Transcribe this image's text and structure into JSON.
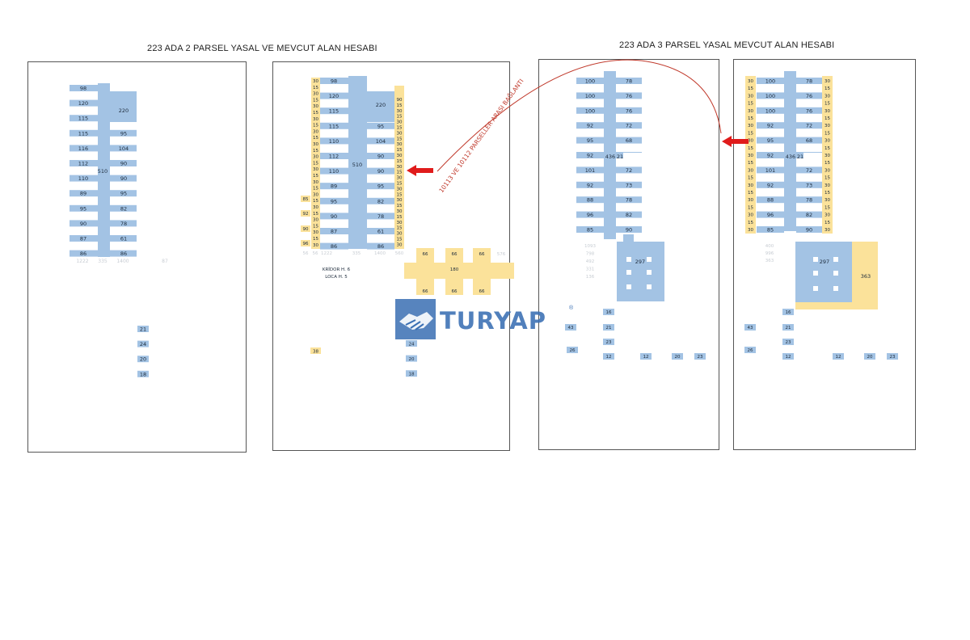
{
  "titles": {
    "left": "223 ADA 2 PARSEL YASAL VE MEVCUT ALAN HESABI",
    "right": "223 ADA 3 PARSEL YASAL MEVCUT ALAN HESABI"
  },
  "connection_label": "10113 VE 10112 PARSELLER ARASI BAĞLANTI",
  "watermark": {
    "text": "TURYAP",
    "reg": "®"
  },
  "colors": {
    "blue": "#a3c3e4",
    "yellow": "#fbe29a",
    "arrow": "#e01b1b",
    "curve": "#c0392b"
  },
  "panel1": {
    "left_values": [
      "98",
      "120",
      "115",
      "115",
      "116",
      "112",
      "110",
      "89",
      "95",
      "90",
      "87",
      "86"
    ],
    "right_values": [
      "220",
      "",
      "",
      "95",
      "104",
      "90",
      "90",
      "95",
      "82",
      "78",
      "61",
      "86"
    ],
    "center_value": "510",
    "bottom_values": [
      "1222",
      "335",
      "1400",
      "87"
    ],
    "small_values": [
      "21",
      "24",
      "20",
      "18"
    ]
  },
  "panel2": {
    "left_values": [
      "98",
      "120",
      "115",
      "115",
      "110",
      "112",
      "110",
      "89",
      "95",
      "90",
      "87",
      "86"
    ],
    "right_values": [
      "220",
      "",
      "",
      "95",
      "104",
      "90",
      "90",
      "95",
      "82",
      "78",
      "61",
      "86"
    ],
    "center_value": "510",
    "yellow_left": [
      "30",
      "15",
      "30",
      "15",
      "30",
      "15",
      "30",
      "15",
      "30",
      "15",
      "30",
      "15",
      "30",
      "15",
      "30",
      "15",
      "30",
      "15",
      "30",
      "15",
      "30",
      "15",
      "30",
      "15",
      "30",
      "15",
      "30"
    ],
    "yellow_right": [
      "90",
      "15",
      "30",
      "15",
      "30",
      "15",
      "30",
      "15",
      "30",
      "15",
      "30",
      "15",
      "30",
      "15",
      "30",
      "15",
      "30",
      "15",
      "30",
      "15",
      "30",
      "15",
      "30",
      "15",
      "30",
      "15",
      "30"
    ],
    "outer_left": [
      "85",
      "92",
      "90",
      "96"
    ],
    "bottom_values": [
      "56",
      "56",
      "1222",
      "335",
      "1400",
      "560"
    ],
    "notes": [
      "KRİDOR H. 6",
      "LOCA H. 5"
    ],
    "cross_values": [
      "66",
      "66",
      "66",
      "180",
      "66",
      "66",
      "66",
      "576"
    ],
    "small_values": [
      "38",
      "24",
      "20",
      "18"
    ]
  },
  "panel3": {
    "left_values": [
      "100",
      "100",
      "100",
      "92",
      "95",
      "92",
      "101",
      "92",
      "88",
      "96",
      "85"
    ],
    "right_values": [
      "78",
      "76",
      "76",
      "72",
      "68",
      "",
      "72",
      "73",
      "78",
      "82",
      "90"
    ],
    "center_value": "436",
    "aside_value": "21",
    "side_notes": [
      "1093",
      "798",
      "492",
      "331",
      "136"
    ],
    "block_value": "297",
    "small_values": [
      "16",
      "43",
      "21",
      "23",
      "26",
      "12",
      "12",
      "20",
      "23"
    ]
  },
  "panel4": {
    "left_values": [
      "100",
      "100",
      "100",
      "92",
      "95",
      "92",
      "101",
      "92",
      "88",
      "96",
      "85"
    ],
    "right_values": [
      "78",
      "76",
      "76",
      "72",
      "68",
      "",
      "72",
      "73",
      "78",
      "82",
      "90"
    ],
    "center_value": "436",
    "aside_value": "21",
    "yellow_values": [
      "30",
      "15",
      "30",
      "15",
      "30",
      "15",
      "30",
      "15",
      "30",
      "15",
      "30",
      "15",
      "30",
      "15",
      "30",
      "15",
      "30",
      "15",
      "30",
      "15",
      "30"
    ],
    "side_notes": [
      "400",
      "996",
      "363"
    ],
    "block_value": "297",
    "block_yellow_value": "363",
    "small_values": [
      "16",
      "43",
      "21",
      "23",
      "26",
      "12",
      "12",
      "20",
      "23"
    ]
  }
}
